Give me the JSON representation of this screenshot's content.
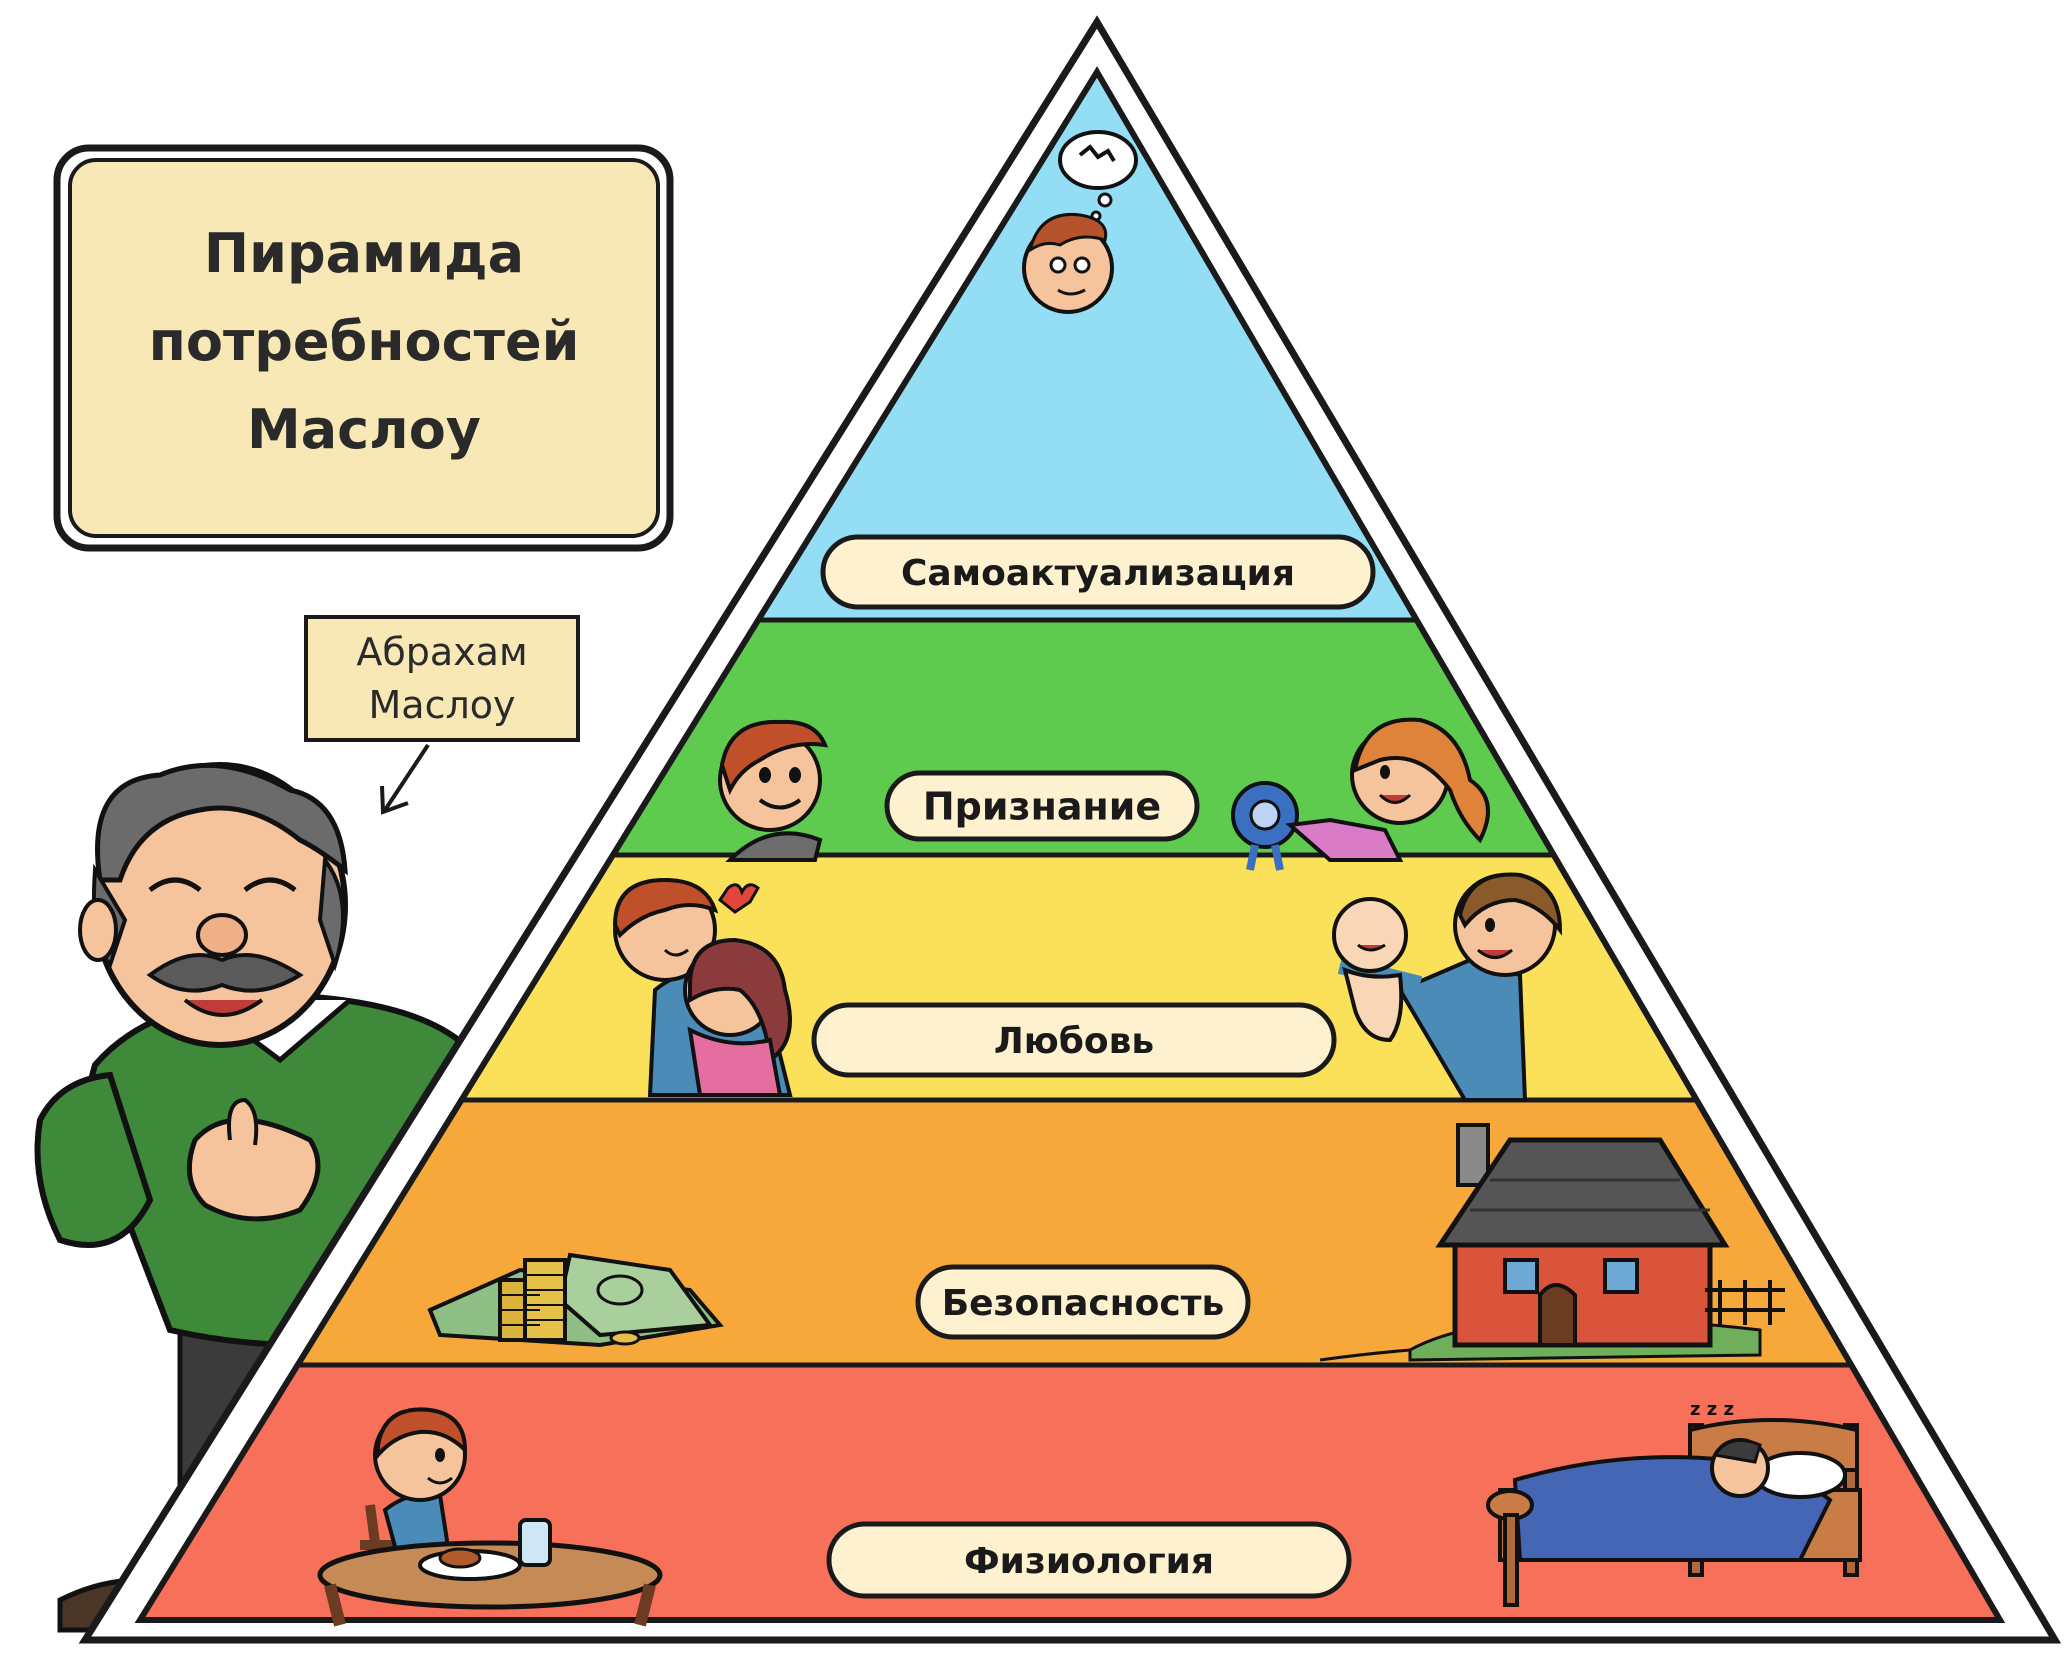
{
  "title": {
    "line1": "Пирамида",
    "line2": "потребностей",
    "line3": "Маслоу"
  },
  "name_tag": {
    "line1": "Абрахам",
    "line2": "Маслоу"
  },
  "levels": [
    {
      "id": "self-actualization",
      "label": "Самоактуализация",
      "color": "#93def5"
    },
    {
      "id": "esteem",
      "label": "Признание",
      "color": "#5ecb4f"
    },
    {
      "id": "love",
      "label": "Любовь",
      "color": "#fbe15a"
    },
    {
      "id": "safety",
      "label": "Безопасность",
      "color": "#f6a93a"
    },
    {
      "id": "physiology",
      "label": "Физиология",
      "color": "#f6705a"
    }
  ],
  "colors": {
    "outline": "#1a1a1a",
    "title_box": "#f8e8b6",
    "pill": "#fdf1cf"
  },
  "icons": [
    "thinking-boy-icon",
    "boy-icon",
    "girl-with-ribbon-icon",
    "hugging-couple-icon",
    "father-with-baby-icon",
    "money-stack-icon",
    "house-icon",
    "boy-eating-icon",
    "sleeping-bed-icon",
    "maslow-character-icon"
  ]
}
